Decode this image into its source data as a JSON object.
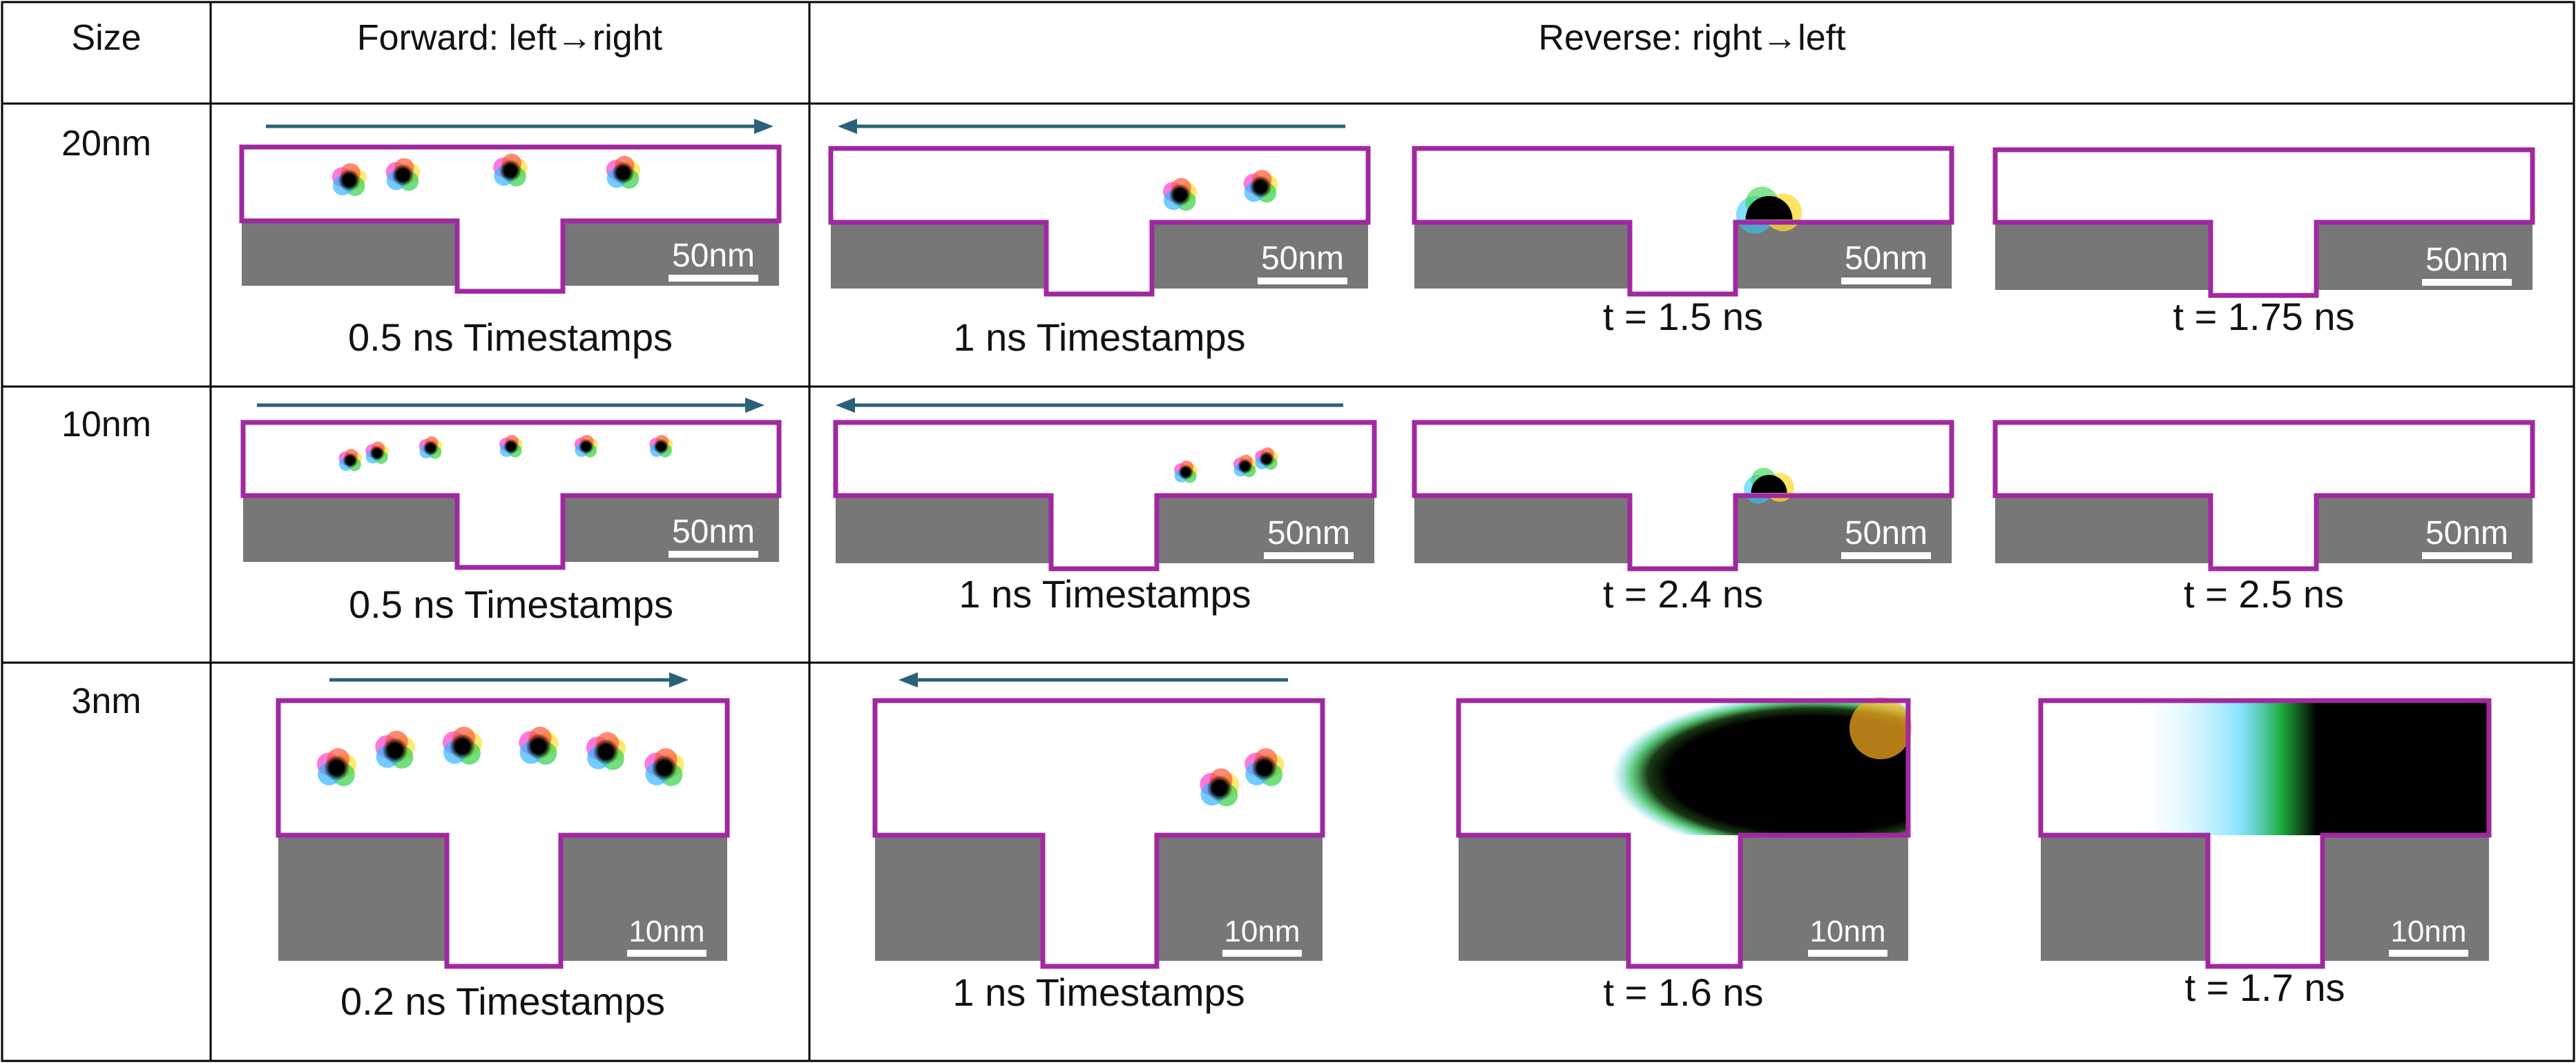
{
  "header": {
    "size": "Size",
    "forward": "Forward: left→right",
    "reverse": "Reverse: right→left"
  },
  "colors": {
    "outline": "#a0299f",
    "ground": "#777777",
    "arrow": "#2a6178",
    "scale_bar": "#ffffff"
  },
  "rows": [
    {
      "size_label": "20nm",
      "scale_label": "50nm",
      "panels": [
        {
          "caption": "0.5 ns Timestamps",
          "arrow": "right",
          "state": "skyrmions",
          "count": 4
        },
        {
          "caption": "1 ns Timestamps",
          "arrow": "left",
          "state": "skyrmions",
          "count": 2
        },
        {
          "caption": "t = 1.5 ns",
          "state": "annihilating"
        },
        {
          "caption": "t = 1.75 ns",
          "state": "empty"
        }
      ]
    },
    {
      "size_label": "10nm",
      "scale_label": "50nm",
      "panels": [
        {
          "caption": "0.5 ns Timestamps",
          "arrow": "right",
          "state": "skyrmions",
          "count": 6
        },
        {
          "caption": "1 ns Timestamps",
          "arrow": "left",
          "state": "skyrmions",
          "count": 3
        },
        {
          "caption": "t = 2.4 ns",
          "state": "annihilating"
        },
        {
          "caption": "t = 2.5 ns",
          "state": "empty"
        }
      ]
    },
    {
      "size_label": "3nm",
      "scale_label": "10nm",
      "panels": [
        {
          "caption": "0.2 ns Timestamps",
          "arrow": "right",
          "state": "skyrmions",
          "count": 6
        },
        {
          "caption": "1 ns Timestamps",
          "arrow": "left",
          "state": "skyrmions",
          "count": 2
        },
        {
          "caption": "t = 1.6 ns",
          "state": "domain-expanding"
        },
        {
          "caption": "t = 1.7 ns",
          "state": "domain-filled"
        }
      ]
    }
  ]
}
